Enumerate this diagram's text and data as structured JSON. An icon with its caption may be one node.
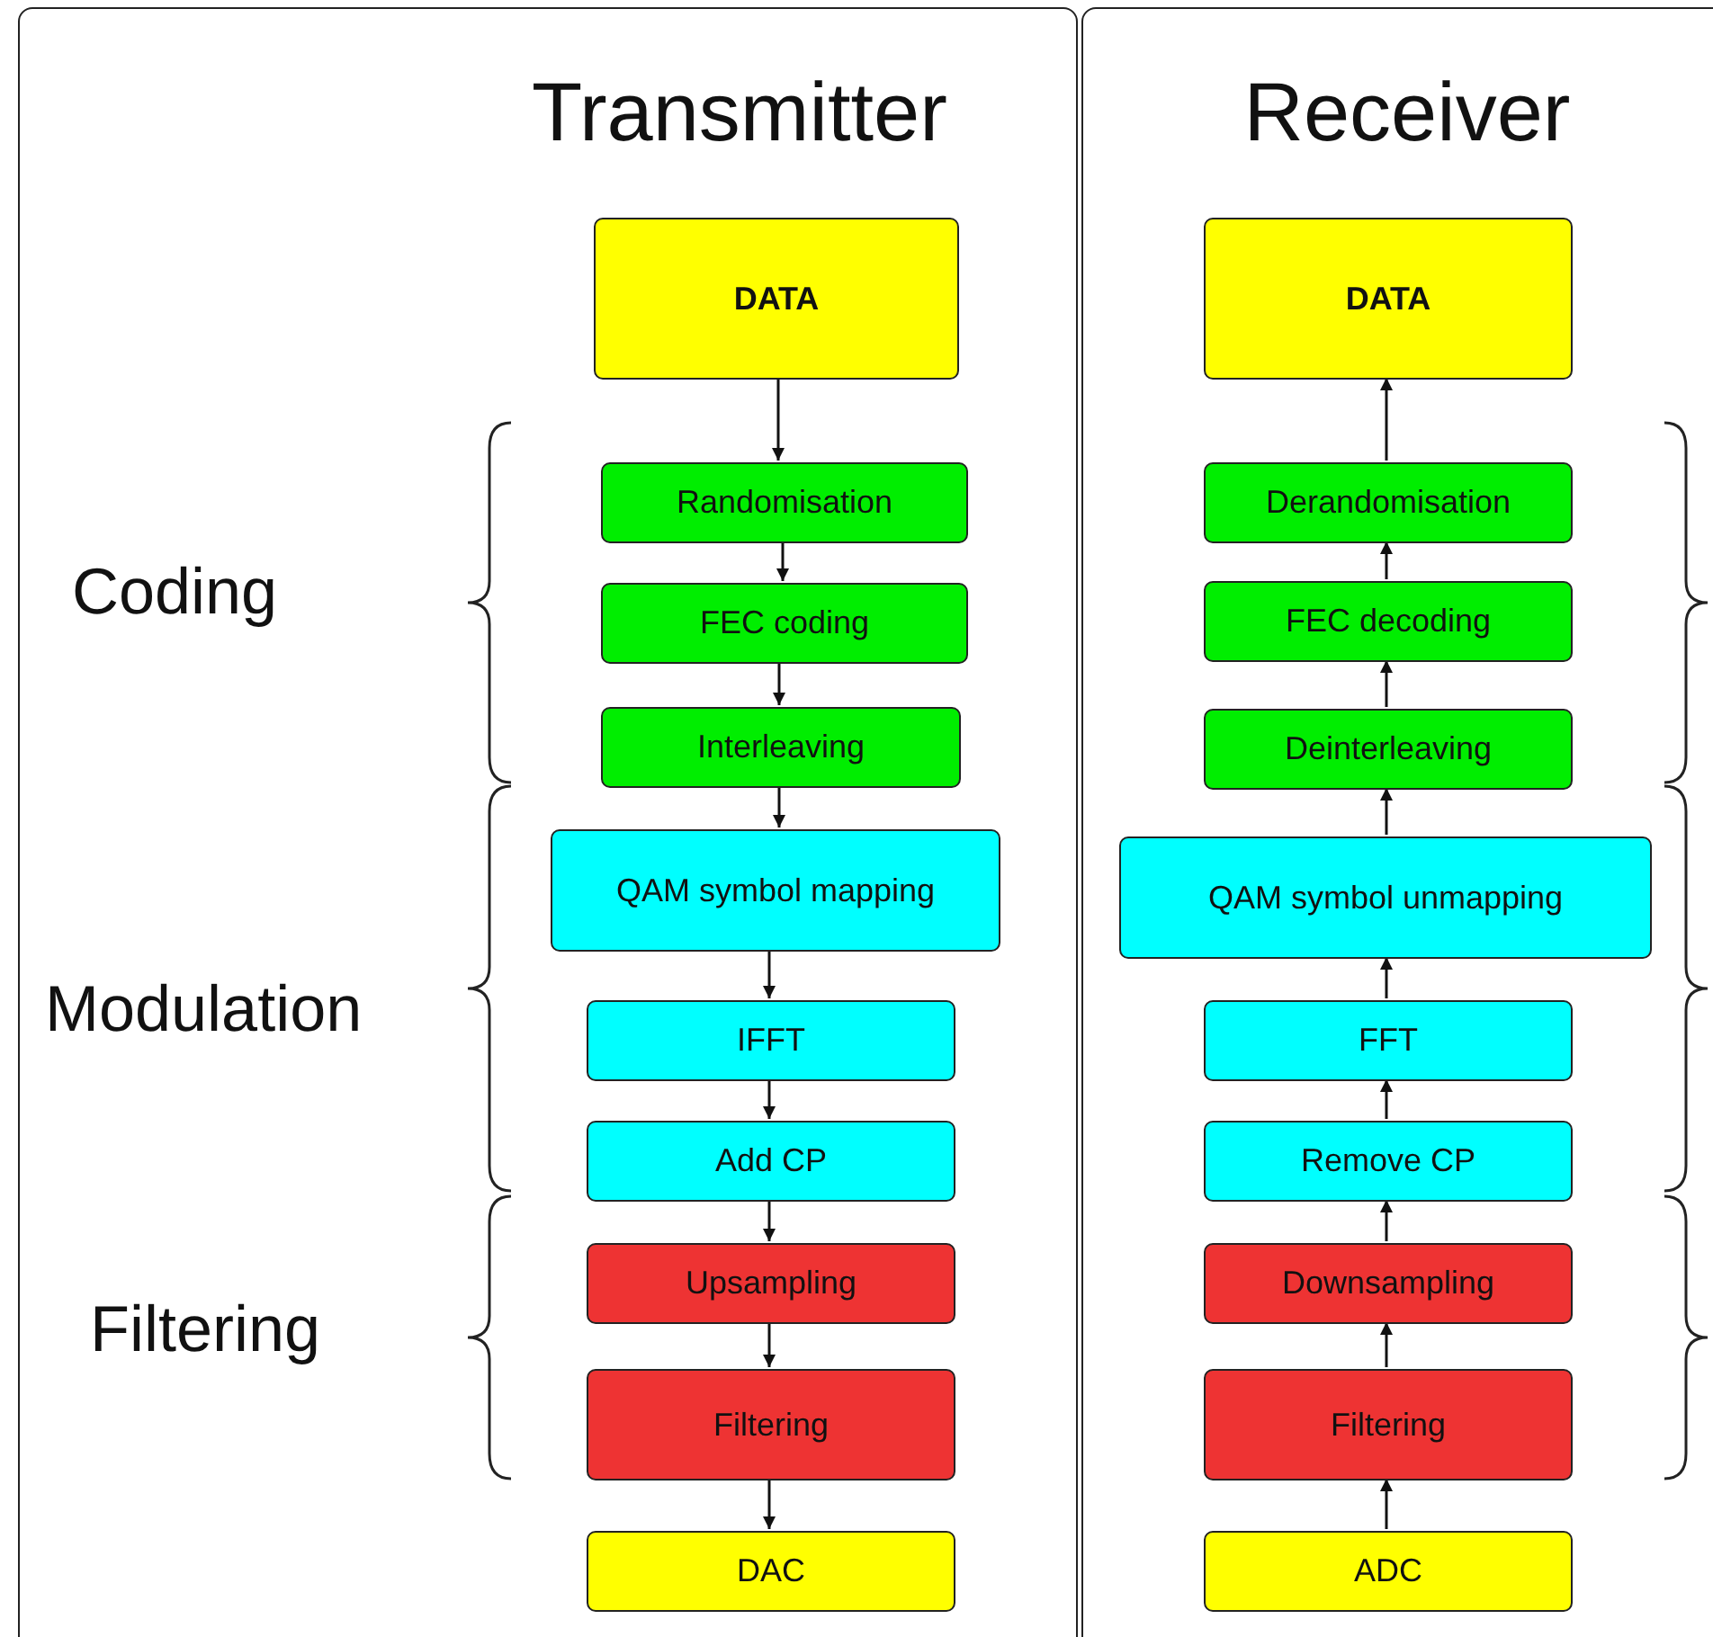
{
  "diagram": {
    "nodes": [
      {
        "text": [
          "Transmitter"
        ]
      },
      {
        "text": [
          "DATA"
        ],
        "in": 0
      },
      {
        "text": [
          "Randomisation"
        ],
        "in": 0
      },
      {
        "text": [
          "FEC coding"
        ],
        "in": 0
      },
      {
        "text": [
          "Interleaving"
        ],
        "in": 0
      },
      {
        "text": [
          "QAM symbol mapping"
        ],
        "in": 0
      },
      {
        "text": [
          "IFFT"
        ],
        "in": 0
      },
      {
        "text": [
          "Add CP"
        ],
        "in": 0
      },
      {
        "text": [
          "Upsampling"
        ],
        "in": 0
      },
      {
        "text": [
          "Filtering"
        ],
        "in": 0
      },
      {
        "text": [
          "DAC"
        ],
        "in": 0
      },
      {
        "text": [
          "Receiver"
        ]
      },
      {
        "text": [
          "DATA"
        ],
        "in": 11
      },
      {
        "text": [
          "Derandomisation"
        ],
        "in": 11
      },
      {
        "text": [
          "FEC decoding"
        ],
        "in": 11
      },
      {
        "text": [
          "Deinterleaving"
        ],
        "in": 11
      },
      {
        "text": [
          "QAM symbol unmapping"
        ],
        "in": 11
      },
      {
        "text": [
          "FFT"
        ],
        "in": 11
      },
      {
        "text": [
          "Remove CP"
        ],
        "in": 11
      },
      {
        "text": [
          "Downsampling"
        ],
        "in": 11
      },
      {
        "text": [
          "Filtering"
        ],
        "in": 11
      },
      {
        "text": [
          "ADC"
        ],
        "in": 11
      }
    ],
    "edges": [
      {
        "from": 1,
        "to": 2,
        "arrow": "to"
      },
      {
        "from": 2,
        "to": 3,
        "arrow": "to"
      },
      {
        "from": 3,
        "to": 4,
        "arrow": "to"
      },
      {
        "from": 4,
        "to": 5,
        "arrow": "to"
      },
      {
        "from": 5,
        "to": 6,
        "arrow": "to"
      },
      {
        "from": 6,
        "to": 7,
        "arrow": "to"
      },
      {
        "from": 7,
        "to": 8,
        "arrow": "to"
      },
      {
        "from": 8,
        "to": 9,
        "arrow": "to"
      },
      {
        "from": 9,
        "to": 10,
        "arrow": "to"
      },
      {
        "from": 21,
        "to": 20,
        "arrow": "to"
      },
      {
        "from": 20,
        "to": 19,
        "arrow": "to"
      },
      {
        "from": 19,
        "to": 18,
        "arrow": "to"
      },
      {
        "from": 18,
        "to": 17,
        "arrow": "to"
      },
      {
        "from": 17,
        "to": 16,
        "arrow": "to"
      },
      {
        "from": 16,
        "to": 15,
        "arrow": "to"
      },
      {
        "from": 15,
        "to": 14,
        "arrow": "to"
      },
      {
        "from": 14,
        "to": 13,
        "arrow": "to"
      },
      {
        "from": 13,
        "to": 12,
        "arrow": "to"
      }
    ],
    "labels": [
      "Coding",
      "Modulation",
      "Filtering"
    ]
  }
}
